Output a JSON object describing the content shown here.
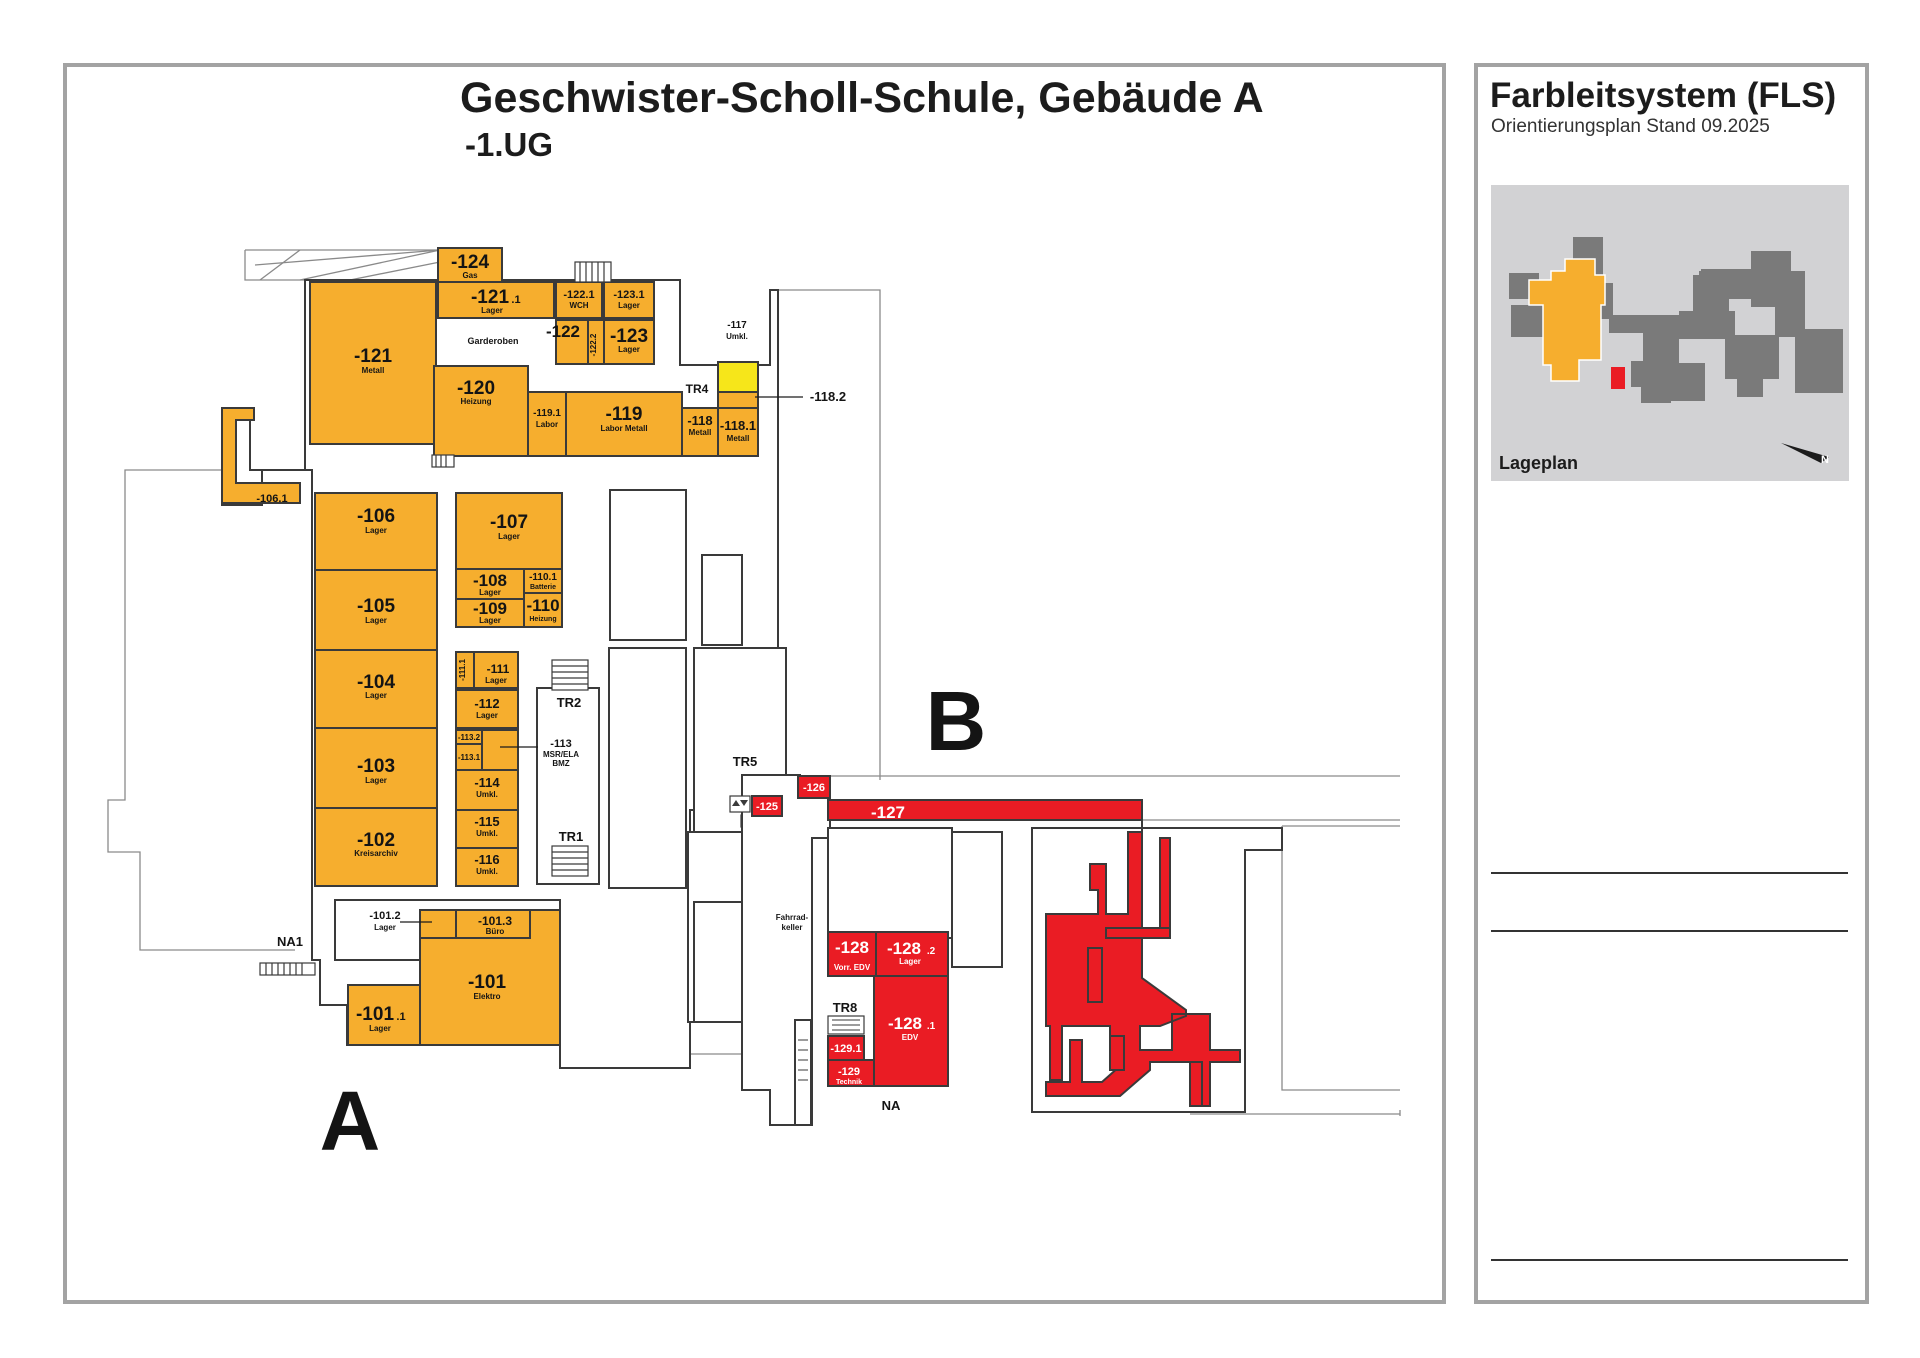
{
  "plan": {
    "title": "Geschwister-Scholl-Schule, Gebäude A",
    "floor": "-1.UG",
    "building_a": "A",
    "building_b": "B"
  },
  "legend": {
    "title": "Farbleitsystem (FLS)",
    "subtitle": "Orientierungsplan Stand 09.2025",
    "site_plan_label": "Lageplan",
    "north": "N"
  },
  "colors": {
    "building_a": "#f6ae2e",
    "building_b": "#ea1c24",
    "highlight": "#f6e61a",
    "frame": "#a3a3a3"
  },
  "rooms": {
    "r124": {
      "num": "-124",
      "name": "Gas"
    },
    "r121_1": {
      "num": "-121",
      "sub": ".1",
      "name": "Lager"
    },
    "r122_1": {
      "num": "-122.1",
      "name": "WCH"
    },
    "r123_1": {
      "num": "-123.1",
      "name": "Lager"
    },
    "r121": {
      "num": "-121",
      "name": "Metall"
    },
    "garderoben": {
      "name": "Garderoben"
    },
    "r122": {
      "num": "-122"
    },
    "r122_2": {
      "num": "-122.2"
    },
    "r123": {
      "num": "-123",
      "name": "Lager"
    },
    "r117": {
      "num": "-117",
      "name": "Umkl."
    },
    "r120": {
      "num": "-120",
      "name": "Heizung"
    },
    "r119_1": {
      "num": "-119.1",
      "name": "Labor"
    },
    "r119": {
      "num": "-119",
      "name": "Labor Metall"
    },
    "r118": {
      "num": "-118",
      "name": "Metall"
    },
    "r118_1": {
      "num": "-118.1",
      "name": "Metall"
    },
    "r118_2": {
      "num": "-118.2"
    },
    "r106_1": {
      "num": "-106.1"
    },
    "r106": {
      "num": "-106",
      "name": "Lager"
    },
    "r107": {
      "num": "-107",
      "name": "Lager"
    },
    "r108": {
      "num": "-108",
      "name": "Lager"
    },
    "r110_1": {
      "num": "-110.1",
      "name": "Batterie"
    },
    "r109": {
      "num": "-109",
      "name": "Lager"
    },
    "r110": {
      "num": "-110",
      "name": "Heizung"
    },
    "r105": {
      "num": "-105",
      "name": "Lager"
    },
    "r111_1": {
      "num": "-111.1"
    },
    "r111": {
      "num": "-111",
      "name": "Lager"
    },
    "r104": {
      "num": "-104",
      "name": "Lager"
    },
    "r112": {
      "num": "-112",
      "name": "Lager"
    },
    "r113_2": {
      "num": "-113.2"
    },
    "r113_1": {
      "num": "-113.1"
    },
    "r113": {
      "num": "-113",
      "name": "MSR/ELA",
      "extra": "BMZ"
    },
    "r103": {
      "num": "-103",
      "name": "Lager"
    },
    "r114": {
      "num": "-114",
      "name": "Umkl."
    },
    "r115": {
      "num": "-115",
      "name": "Umkl."
    },
    "r102": {
      "num": "-102",
      "name": "Kreisarchiv"
    },
    "r116": {
      "num": "-116",
      "name": "Umkl."
    },
    "r101_2": {
      "num": "-101.2",
      "name": "Lager"
    },
    "r101_3": {
      "num": "-101.3",
      "name": "Büro"
    },
    "r101": {
      "num": "-101",
      "name": "Elektro"
    },
    "r101_1": {
      "num": "-101",
      "sub": ".1",
      "name": "Lager"
    },
    "r126": {
      "num": "-126"
    },
    "r125": {
      "num": "-125"
    },
    "r127": {
      "num": "-127"
    },
    "fahrradkeller": {
      "name": "Fahrrad-",
      "name2": "keller"
    },
    "r128": {
      "num": "-128",
      "name": "Vorr. EDV"
    },
    "r128_2": {
      "num": "-128",
      "sub": ".2",
      "name": "Lager"
    },
    "r128_1": {
      "num": "-128",
      "sub": ".1",
      "name": "EDV"
    },
    "r129_1": {
      "num": "-129.1"
    },
    "r129": {
      "num": "-129",
      "name": "Technik"
    }
  },
  "stairs": {
    "tr1": "TR1",
    "tr2": "TR2",
    "tr4": "TR4",
    "tr5": "TR5",
    "tr8": "TR8",
    "na1": "NA1",
    "na": "NA"
  }
}
